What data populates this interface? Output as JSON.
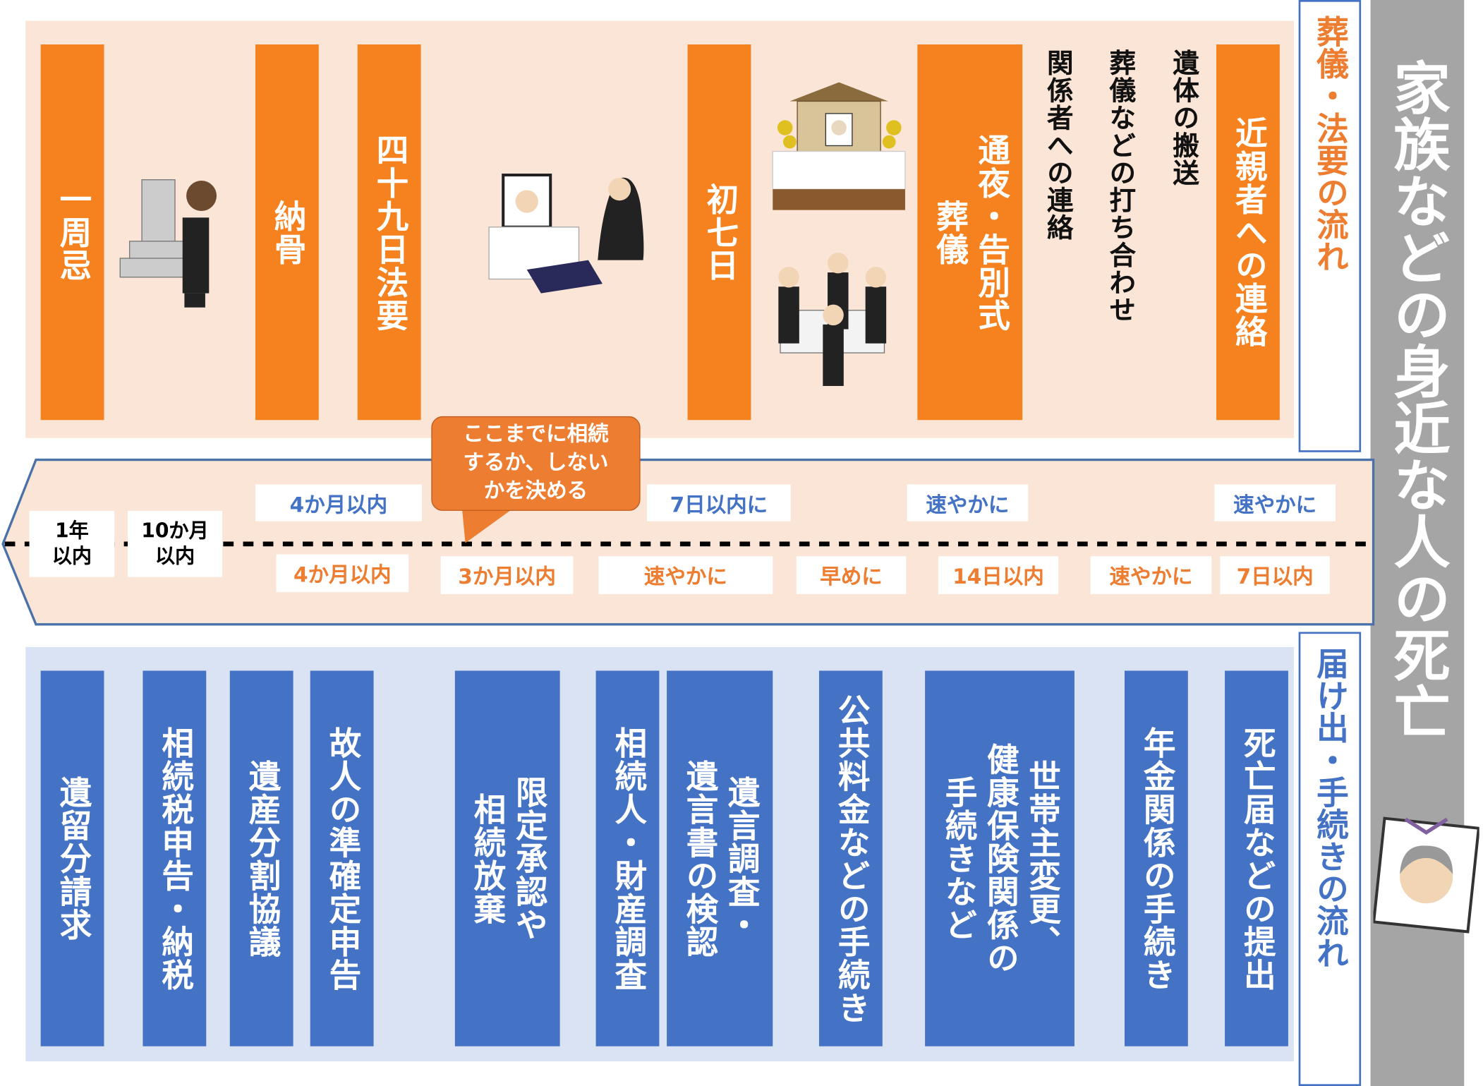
{
  "title": "家族などの身近な人の死亡",
  "funeral_flow": {
    "label": "葬儀・法要の流れ",
    "steps": [
      {
        "label": "近親者への連絡"
      },
      {
        "label": "遺体の搬送"
      },
      {
        "label": "葬儀などの打ち合わせ"
      },
      {
        "label": "関係者への連絡"
      },
      {
        "label": [
          "通夜・告別式",
          "葬儀"
        ]
      },
      {
        "label": "初七日"
      },
      {
        "label": "四十九日法要"
      },
      {
        "label": "納骨"
      },
      {
        "label": "一周忌"
      }
    ],
    "deadlines": [
      "速やかに",
      "速やかに",
      "7日以内に",
      "4か月以内"
    ]
  },
  "timeline": {
    "callout": [
      "ここまでに相続",
      "するか、しない",
      "かを決める"
    ],
    "left_labels": [
      [
        "1年",
        "以内"
      ],
      [
        "10か月",
        "以内"
      ]
    ]
  },
  "procedure_flow": {
    "label": "届け出・手続きの流れ",
    "deadlines": [
      "7日以内",
      "速やかに",
      "14日以内",
      "早めに",
      "速やかに",
      "3か月以内",
      "4か月以内"
    ],
    "steps": [
      {
        "label": [
          "死亡届などの提出"
        ]
      },
      {
        "label": [
          "年金関係の手続き"
        ]
      },
      {
        "label": [
          "世帯主変更、",
          "健康保険関係の",
          "手続きなど"
        ]
      },
      {
        "label": [
          "公共料金などの手続き"
        ]
      },
      {
        "label": [
          "遺言調査・",
          "遺言書の検認"
        ]
      },
      {
        "label": [
          "相続人・財産調査"
        ]
      },
      {
        "label": [
          "限定承認や",
          "相続放棄"
        ]
      },
      {
        "label": [
          "故人の準確定申告"
        ]
      },
      {
        "label": [
          "遺産分割協議"
        ]
      },
      {
        "label": [
          "相続税申告・納税"
        ]
      },
      {
        "label": [
          "遺留分請求"
        ]
      }
    ]
  },
  "colors": {
    "orange": "#f5821f",
    "blue": "#4472c4",
    "pink_bg": "#fbe5d6",
    "blue_bg": "#dae3f3",
    "gray": "#a5a5a5",
    "callout": "#ed7d31"
  }
}
